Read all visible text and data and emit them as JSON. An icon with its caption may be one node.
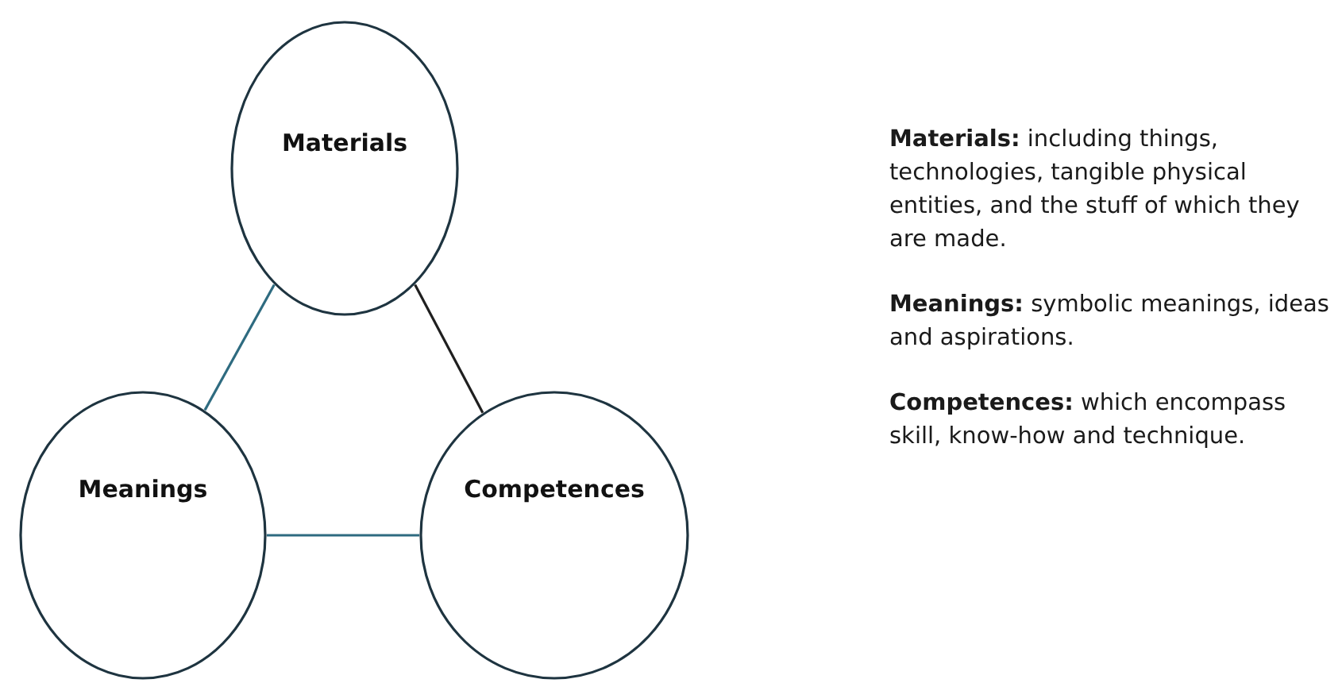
{
  "diagram": {
    "nodes": [
      {
        "text": [
          "Materials"
        ]
      },
      {
        "text": [
          "Meanings"
        ]
      },
      {
        "text": [
          "Competences"
        ]
      }
    ],
    "edges": [
      {
        "from": 0,
        "to": 1,
        "arrow": "none"
      },
      {
        "from": 0,
        "to": 2,
        "arrow": "none",
        "color": "#1f1f1f"
      },
      {
        "from": 1,
        "to": 2,
        "arrow": "none"
      }
    ],
    "labels": [
      "**Materials:** including things, technologies, tangible physical entities, and the stuff of which they are made.",
      "**Meanings:** symbolic meanings, ideas and aspirations.",
      "**Competences:** which encompass skill, know-how and technique."
    ]
  }
}
